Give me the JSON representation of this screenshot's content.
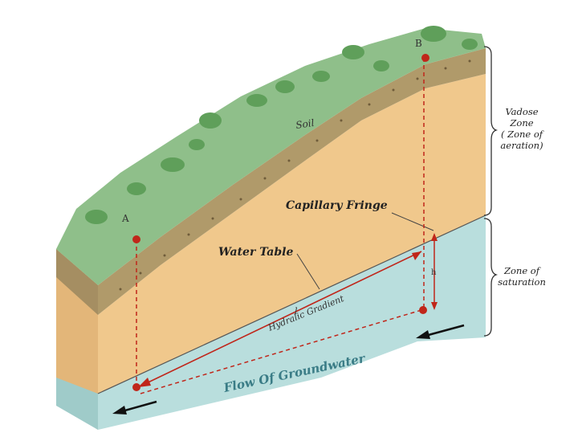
{
  "diagram": {
    "labels": {
      "soil": "Soil",
      "point_a": "A",
      "point_b": "B",
      "capillary_fringe": "Capillary Fringe",
      "water_table": "Water Table",
      "l_marker": "l",
      "hydraulic_gradient": "Hydralic Gradient",
      "h_marker": "h",
      "flow": "Flow Of Groundwater"
    },
    "zones": {
      "vadose": [
        "Vadose",
        "Zone",
        "( Zone of",
        "aeration)"
      ],
      "saturation": [
        "Zone of",
        "saturation"
      ]
    },
    "colors": {
      "sky": "#ffffff",
      "vegetation": "#8fbf8a",
      "soil": "#b09a6a",
      "unsaturated": "#f0c88c",
      "saturated": "#b9dedd",
      "marker": "#c0261a",
      "arrow": "#111111"
    }
  }
}
